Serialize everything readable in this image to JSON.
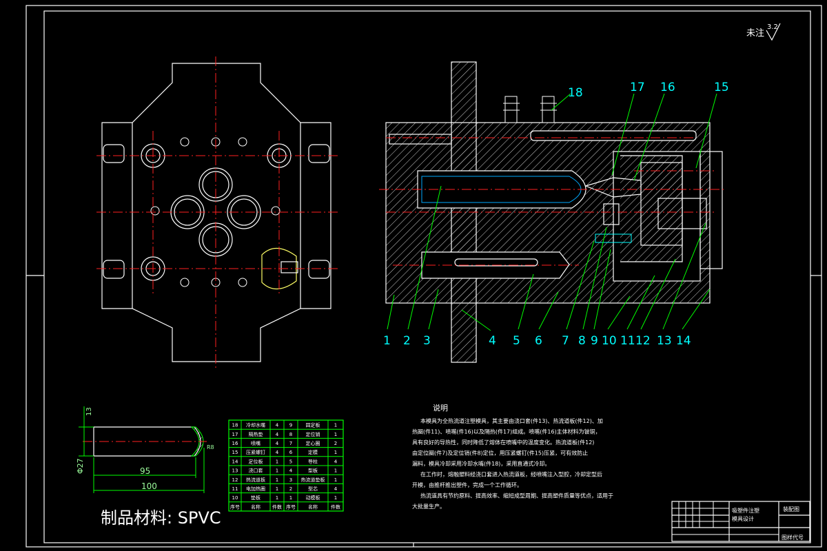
{
  "title_block": {
    "surface_note": "未注",
    "roughness": "3.2",
    "project_name": "吸塑件注塑",
    "project_sub": "模具设计",
    "sheet": "装配图",
    "drawing_no": "图样代号"
  },
  "part_material": "制品材料: SPVC",
  "dimensions": {
    "d1": "13",
    "d2": "Φ27",
    "d3": "95",
    "d4": "100",
    "r": "R8"
  },
  "callouts": [
    "1",
    "2",
    "3",
    "4",
    "5",
    "6",
    "7",
    "8",
    "9",
    "10",
    "11",
    "12",
    "13",
    "14",
    "15",
    "16",
    "17",
    "18"
  ],
  "notes": {
    "heading": "说明",
    "lines": [
      "本模具为全热流道注塑模具，其主要由浇口套(件13)、热流道板(件12)、加",
      "热圈(件11)、喷嘴(件16)以及隔热(件17)组成。喷嘴(件16)主体材料为铍铜，",
      "具有良好的导热性，同时降低了熔体在喷嘴中的温度变化。热流道板(件12)",
      "由定位圈(件7)及定位销(件8)定位，用压紧螺钉(件15)压紧，可有效防止",
      "漏料，模具冷却采用冷却水嘴(件18)，采用直通式冷却。",
      "在工作时，熔融塑料经浇口套进入热流道板，经喷嘴注入型腔，冷却定型后",
      "开模，由推杆推出塑件，完成一个工作循环。",
      "热流道具有节约原料、提高效率、缩短成型周期、提高塑件质量等优点，适用于",
      "大批量生产。"
    ]
  },
  "bom": {
    "headers": [
      "序号",
      "名称",
      "件数",
      "序号",
      "名称",
      "件数"
    ],
    "rows": [
      [
        "18",
        "冷却水嘴",
        "4",
        "9",
        "固定板",
        "1"
      ],
      [
        "17",
        "隔热垫",
        "4",
        "8",
        "定位销",
        "1"
      ],
      [
        "16",
        "喷嘴",
        "4",
        "7",
        "定心圈",
        "2"
      ],
      [
        "15",
        "压紧螺钉",
        "4",
        "6",
        "定模",
        "1"
      ],
      [
        "14",
        "定位板",
        "1",
        "5",
        "导柱",
        "4"
      ],
      [
        "13",
        "浇口套",
        "1",
        "4",
        "型板",
        "1"
      ],
      [
        "12",
        "热流道板",
        "1",
        "3",
        "热流道垫板",
        "1"
      ],
      [
        "11",
        "电加热圈",
        "1",
        "2",
        "型芯",
        "4"
      ],
      [
        "10",
        "垫板",
        "1",
        "1",
        "动模板",
        "1"
      ]
    ]
  }
}
